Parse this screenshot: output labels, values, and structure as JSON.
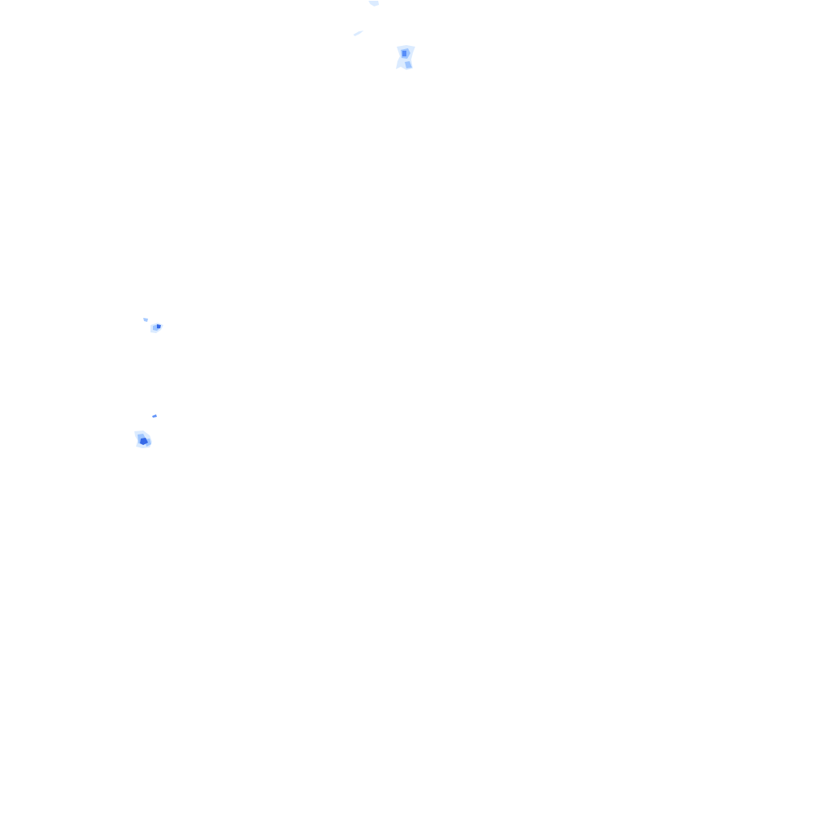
{
  "radar": {
    "palette": {
      "light": "#cfe4ff",
      "medium": "#8fbcff",
      "strong": "#4f86f7",
      "heavy": "#2f63e6"
    },
    "cells": [
      {
        "id": "cell-top-edge",
        "intensity": "light"
      },
      {
        "id": "cell-north-sliver",
        "intensity": "light"
      },
      {
        "id": "cell-north-cluster",
        "intensity": "strong"
      },
      {
        "id": "cell-west-upper",
        "intensity": "heavy"
      },
      {
        "id": "cell-west-streak",
        "intensity": "strong"
      },
      {
        "id": "cell-west-lower",
        "intensity": "heavy"
      }
    ]
  }
}
